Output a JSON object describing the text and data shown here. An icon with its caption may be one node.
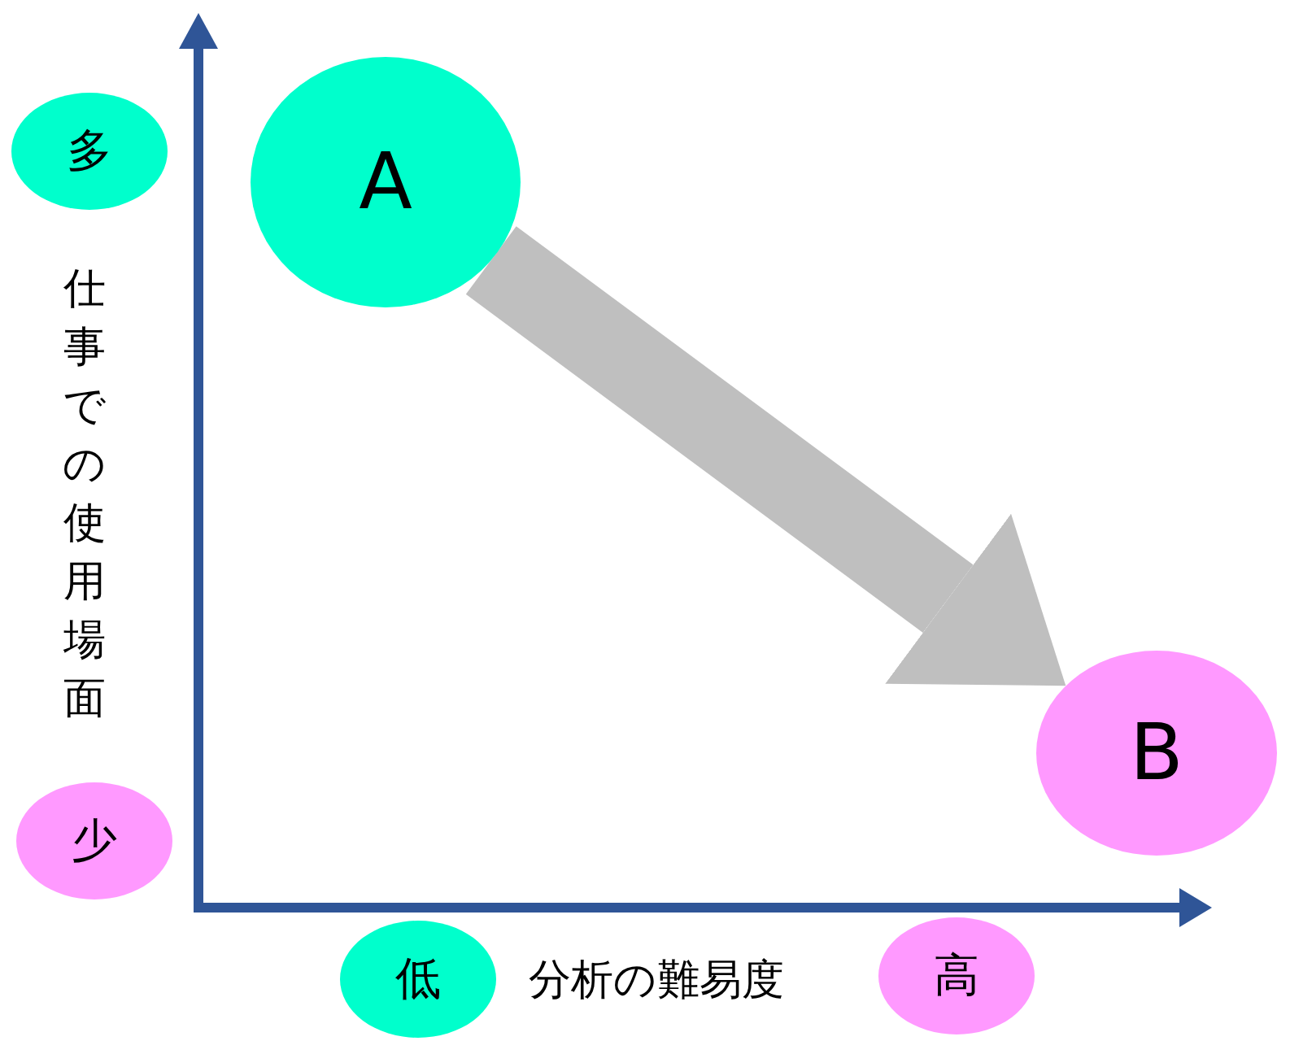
{
  "diagram": {
    "nodes": [
      {
        "text": [
          "多"
        ]
      },
      {
        "text": [
          "A"
        ]
      },
      {
        "text": [
          "B"
        ]
      },
      {
        "text": [
          "少"
        ]
      },
      {
        "text": [
          "低"
        ]
      },
      {
        "text": [
          "高"
        ]
      }
    ],
    "edges": [
      {
        "from": 1,
        "to": 2,
        "arrow": "to"
      }
    ],
    "labels": [
      "仕事での使用場面",
      "分析の難易度"
    ]
  }
}
